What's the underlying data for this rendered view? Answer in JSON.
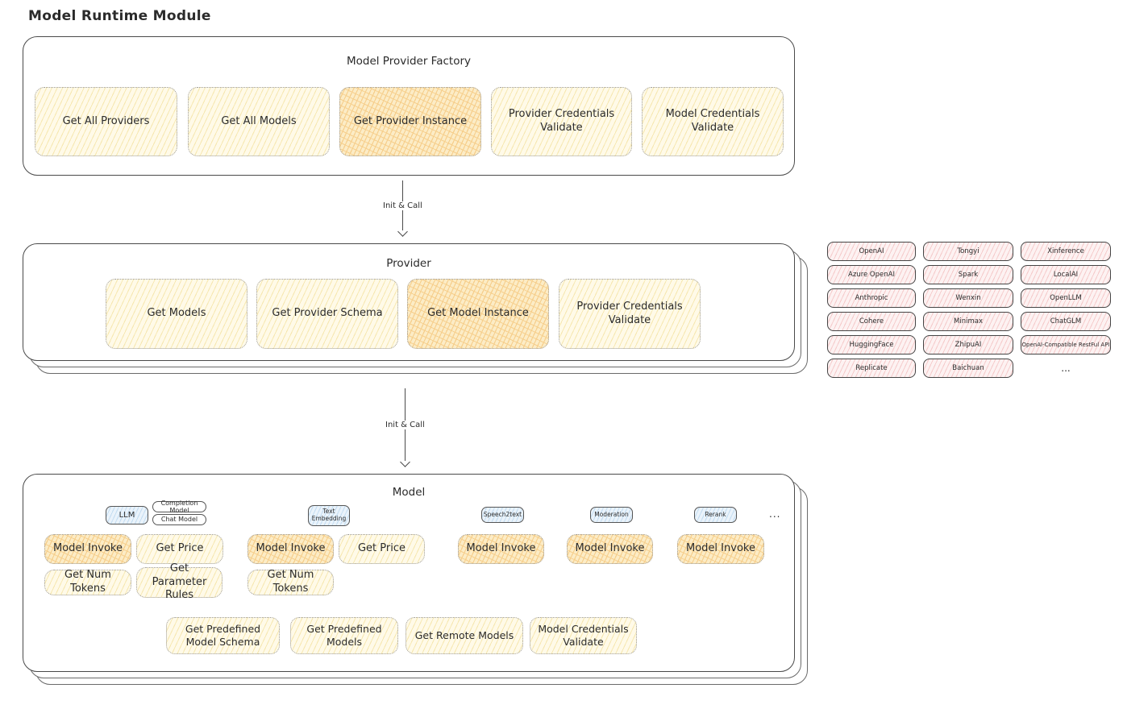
{
  "page_title": "Model Runtime Module",
  "arrows": {
    "init_call_1": "Init & Call",
    "init_call_2": "Init & Call"
  },
  "factory": {
    "title": "Model Provider Factory",
    "buttons": [
      {
        "label": "Get All Providers",
        "highlight": false
      },
      {
        "label": "Get All Models",
        "highlight": false
      },
      {
        "label": "Get Provider Instance",
        "highlight": true
      },
      {
        "label": "Provider Credentials Validate",
        "highlight": false
      },
      {
        "label": "Model Credentials Validate",
        "highlight": false
      }
    ]
  },
  "provider": {
    "title": "Provider",
    "buttons": [
      {
        "label": "Get Models",
        "highlight": false
      },
      {
        "label": "Get Provider Schema",
        "highlight": false
      },
      {
        "label": "Get Model Instance",
        "highlight": true
      },
      {
        "label": "Provider Credentials Validate",
        "highlight": false
      }
    ]
  },
  "providers_list": {
    "items": [
      "OpenAI",
      "Tongyi",
      "Xinference",
      "Azure OpenAI",
      "Spark",
      "LocalAI",
      "Anthropic",
      "Wenxin",
      "OpenLLM",
      "Cohere",
      "Minimax",
      "ChatGLM",
      "HuggingFace",
      "ZhipuAI",
      "OpenAI-Compatible RestFul API",
      "Replicate",
      "Baichuan"
    ],
    "more": "..."
  },
  "model": {
    "title": "Model",
    "tags": [
      {
        "label": "LLM",
        "style": "blue"
      },
      {
        "label": "Completion Model",
        "style": "plain"
      },
      {
        "label": "Chat Model",
        "style": "plain"
      },
      {
        "label": "Text Embedding",
        "style": "blue"
      },
      {
        "label": "Speech2text",
        "style": "blue"
      },
      {
        "label": "Moderation",
        "style": "blue"
      },
      {
        "label": "Rerank",
        "style": "blue"
      }
    ],
    "tags_more": "...",
    "row1": [
      "Model Invoke",
      "Get Price",
      "Model Invoke",
      "Get Price",
      "Model Invoke",
      "Model Invoke",
      "Model Invoke"
    ],
    "row2": [
      "Get Num Tokens",
      "Get Parameter Rules",
      "Get Num Tokens"
    ],
    "bottom": [
      "Get Predefined Model Schema",
      "Get Predefined Models",
      "Get Remote Models",
      "Model Credentials Validate"
    ]
  },
  "colors": {
    "yellow_base": "#fffae8",
    "yellow_line": "#f6e7af",
    "orange_base": "#fcecc6",
    "orange_line": "#f6cf8d",
    "blue_base": "#eaf3fb",
    "blue_line": "#c3dcf1",
    "pink_base": "#fdf2f2",
    "pink_line": "#f5caca",
    "ink": "#2b2b2b",
    "box_border": "#4a4a4a",
    "dotted_border": "#9b9b9b"
  }
}
